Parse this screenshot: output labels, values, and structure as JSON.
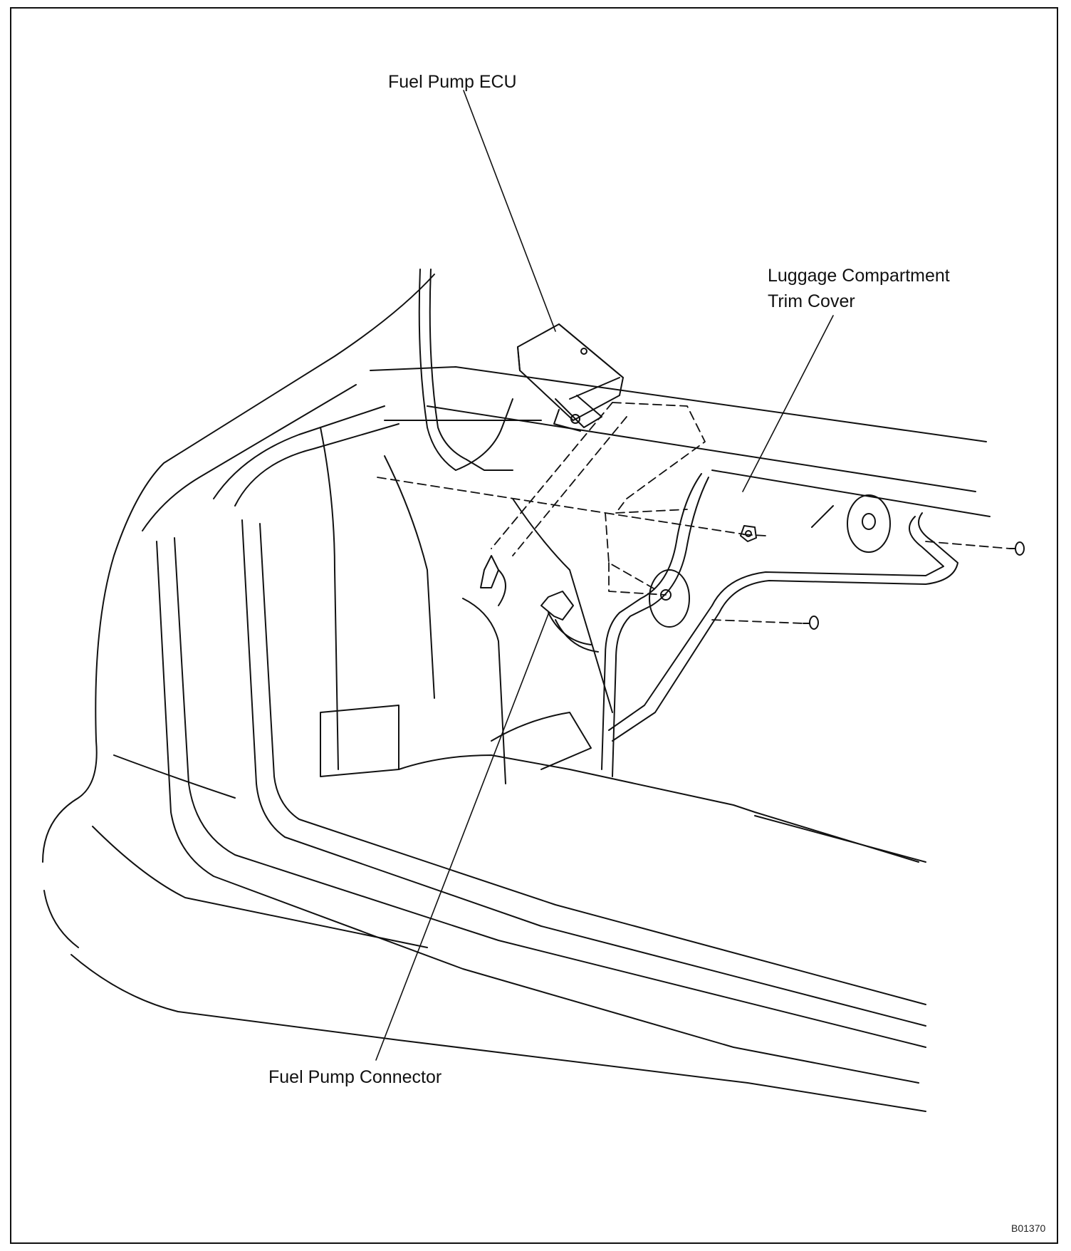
{
  "labels": {
    "fuel_pump_ecu": "Fuel Pump ECU",
    "trim_cover_line1": "Luggage Compartment",
    "trim_cover_line2": "Trim Cover",
    "fuel_pump_connector": "Fuel Pump Connector"
  },
  "figure_code": "B01370",
  "colors": {
    "ink": "#111111",
    "paper": "#ffffff"
  }
}
